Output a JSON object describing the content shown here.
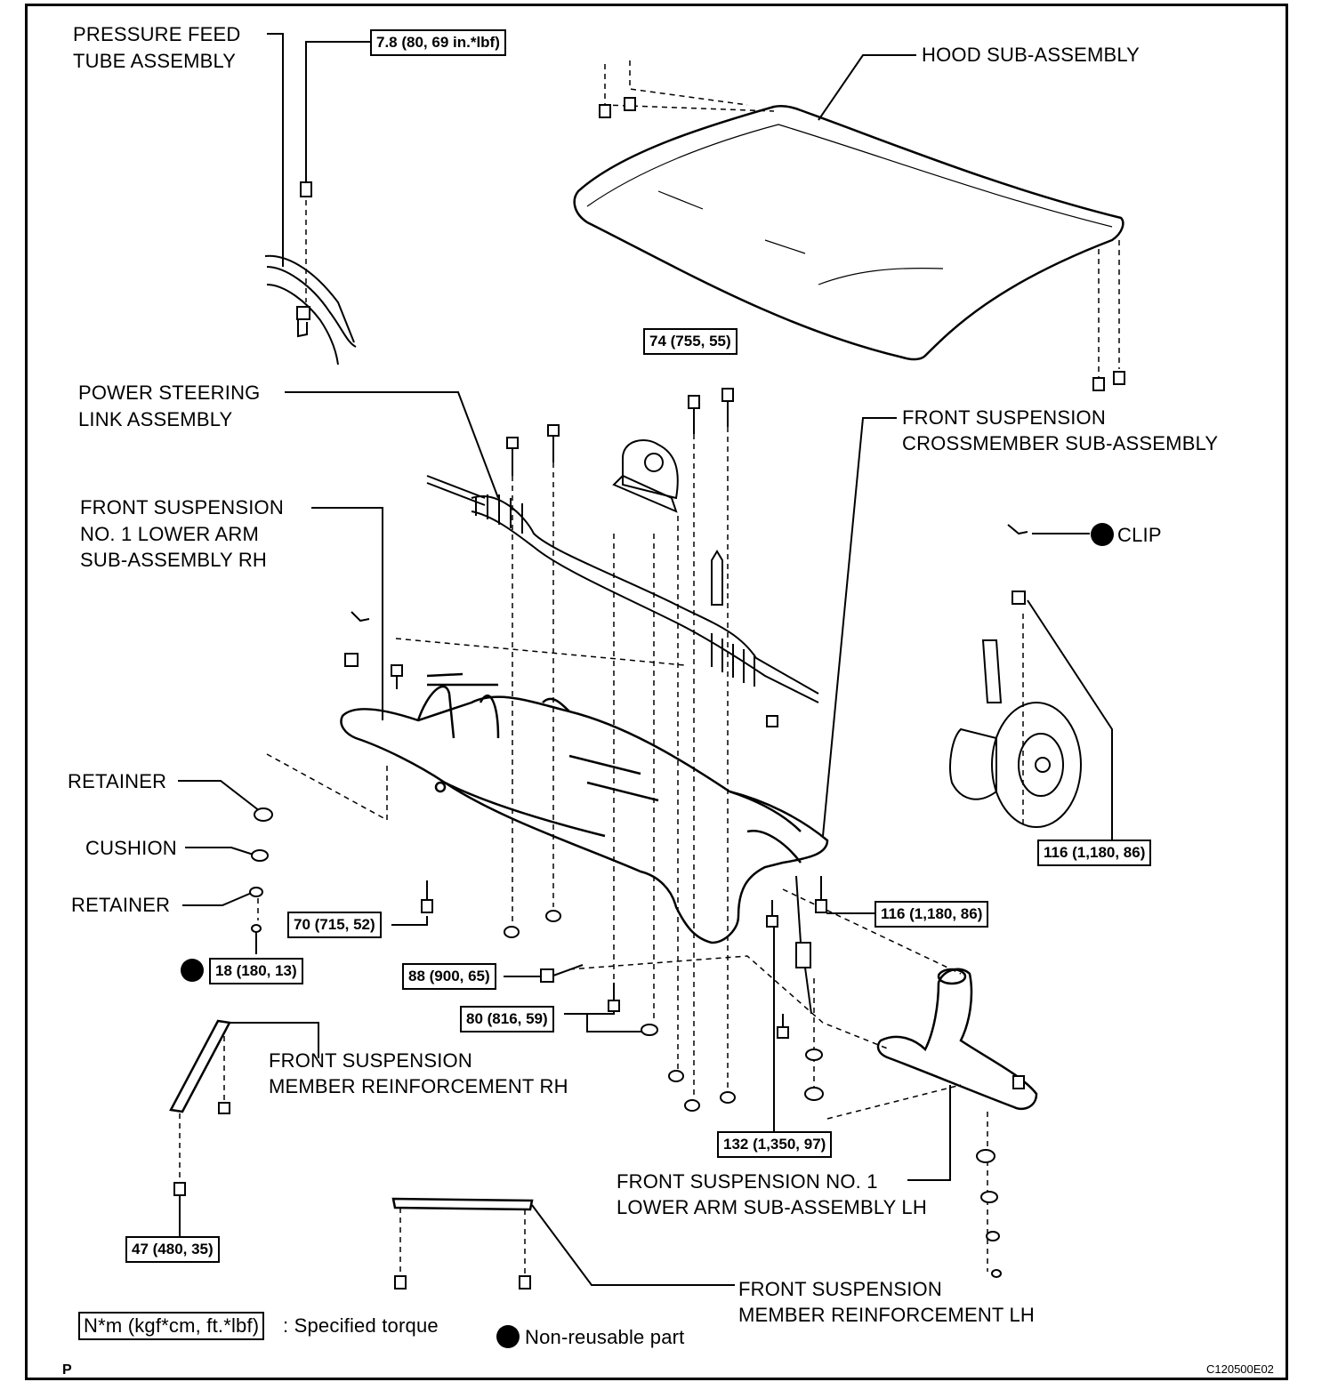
{
  "labels": {
    "pressure_feed_1": "PRESSURE FEED",
    "pressure_feed_2": "TUBE ASSEMBLY",
    "hood": "HOOD SUB-ASSEMBLY",
    "power_steering_1": "POWER STEERING",
    "power_steering_2": "LINK ASSEMBLY",
    "crossmember_1": "FRONT SUSPENSION",
    "crossmember_2": "CROSSMEMBER SUB-ASSEMBLY",
    "lower_arm_rh_1": "FRONT SUSPENSION",
    "lower_arm_rh_2": "NO. 1 LOWER ARM",
    "lower_arm_rh_3": "SUB-ASSEMBLY RH",
    "clip": "CLIP",
    "retainer_top": "RETAINER",
    "cushion": "CUSHION",
    "retainer_bottom": "RETAINER",
    "reinforcement_rh_1": "FRONT SUSPENSION",
    "reinforcement_rh_2": "MEMBER REINFORCEMENT RH",
    "lower_arm_lh_1": "FRONT SUSPENSION NO. 1",
    "lower_arm_lh_2": "LOWER ARM SUB-ASSEMBLY LH",
    "reinforcement_lh_1": "FRONT SUSPENSION",
    "reinforcement_lh_2": "MEMBER REINFORCEMENT LH"
  },
  "torques": {
    "t_78": "7.8 (80, 69 in.*lbf)",
    "t_74": "74 (755, 55)",
    "t_116_knuckle": "116 (1,180, 86)",
    "t_116_crossmember": "116 (1,180, 86)",
    "t_70": "70 (715, 52)",
    "t_18": "18 (180, 13)",
    "t_88": "88 (900, 65)",
    "t_80": "80 (816, 59)",
    "t_132": "132 (1,350, 97)",
    "t_47": "47 (480, 35)"
  },
  "legend": {
    "torque_box": "N*m (kgf*cm, ft.*lbf)",
    "torque_text": ": Specified torque",
    "nonreusable_text": "Non-reusable part"
  },
  "footer": {
    "left_code": "P",
    "figure_code": "C120500E02"
  }
}
